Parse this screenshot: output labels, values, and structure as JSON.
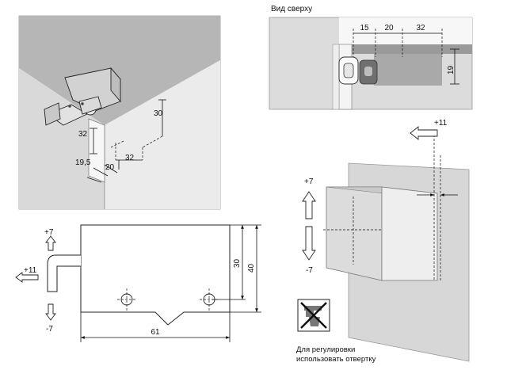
{
  "top_view": {
    "title": "Вид сверху",
    "dim_left": "15",
    "dim_mid": "20",
    "dim_right": "32",
    "dim_height": "19"
  },
  "iso_view": {
    "dim_vertical": "30",
    "dim_left": "32",
    "dim_bottom_left": "19,5",
    "dim_bottom_mid": "20",
    "dim_bottom_right": "32"
  },
  "front_view": {
    "adj_up": "+7",
    "adj_down": "-7",
    "adj_side": "+11",
    "dim_width": "61",
    "dim_inner_height": "30",
    "dim_outer_height": "40"
  },
  "side_view": {
    "adj_up": "+7",
    "adj_down": "-7",
    "adj_side": "+11"
  },
  "notice": {
    "line1": "Для регулировки",
    "line2": "использовать отвертку"
  }
}
